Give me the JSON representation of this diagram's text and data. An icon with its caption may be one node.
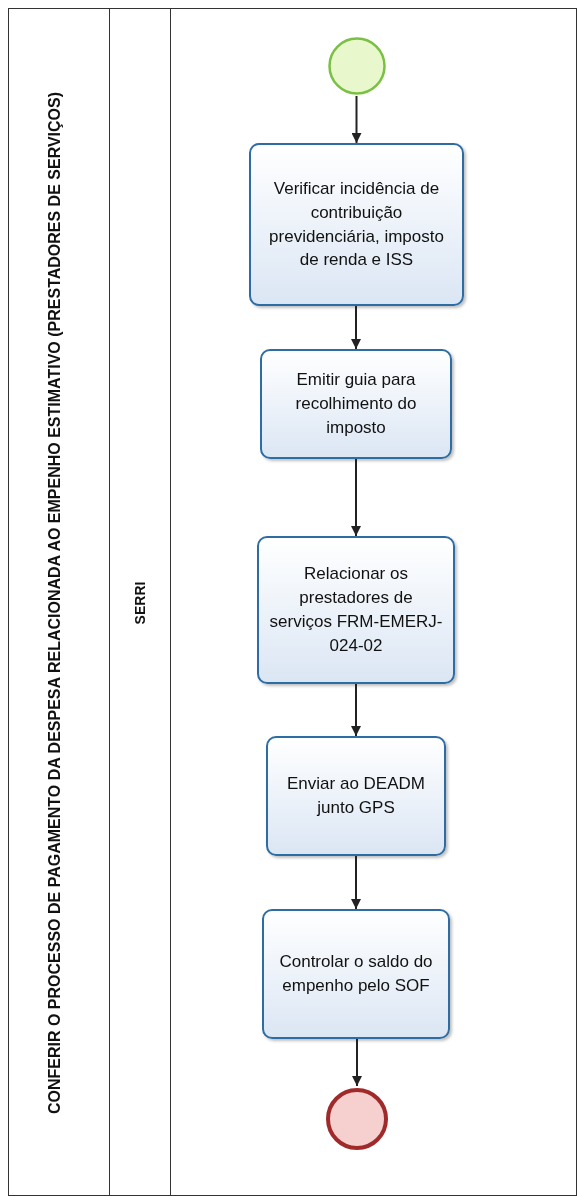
{
  "diagram": {
    "nodes": [
      {
        "text": [
          "CONFERIR O PROCESSO DE PAGAMENTO DA DESPESA RELACIONADA AO EMPENHO ESTIMATIVO (PRESTADORES DE SERVIÇOS)"
        ]
      },
      {
        "text": [
          "SERRI"
        ],
        "in": 0
      },
      {
        "text": [],
        "shape": "circle",
        "in": 1
      },
      {
        "text": [
          "Verificar incidência de contribuição previdenciária, imposto de renda e ISS"
        ],
        "in": 1
      },
      {
        "text": [
          "Emitir guia para recolhimento do imposto"
        ],
        "in": 1
      },
      {
        "text": [
          "Relacionar os prestadores de serviços FRM-EMERJ-024-02"
        ],
        "in": 1
      },
      {
        "text": [
          "Enviar ao DEADM junto GPS"
        ],
        "in": 1
      },
      {
        "text": [
          "Controlar o saldo do empenho pelo SOF"
        ],
        "in": 1
      },
      {
        "text": [],
        "shape": "circle",
        "in": 1
      }
    ],
    "edges": [
      {
        "from": 2,
        "to": 3,
        "arrow": "to"
      },
      {
        "from": 3,
        "to": 4,
        "arrow": "to"
      },
      {
        "from": 4,
        "to": 5,
        "arrow": "to"
      },
      {
        "from": 5,
        "to": 6,
        "arrow": "to"
      },
      {
        "from": 6,
        "to": 7,
        "arrow": "to"
      },
      {
        "from": 7,
        "to": 8,
        "arrow": "to"
      }
    ]
  }
}
